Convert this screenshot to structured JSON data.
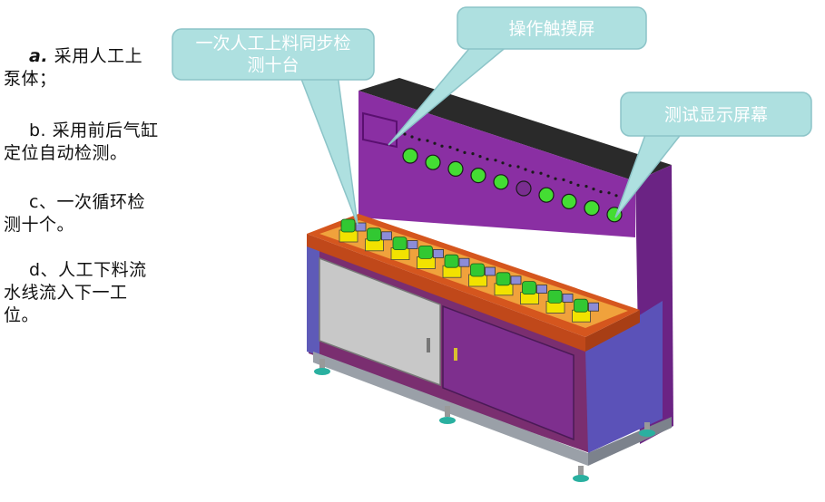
{
  "steps": [
    {
      "marker": "a.",
      "text": "采用人工上泵体；"
    },
    {
      "marker": "b.",
      "text": "采用前后气缸定位自动检测。"
    },
    {
      "marker": "c、",
      "text": "一次循环检测十个。"
    },
    {
      "marker": "d、",
      "text": "人工下料流水线流入下一工位。"
    }
  ],
  "callouts": {
    "loading": {
      "line1": "一次人工上料同步检",
      "line2": "测十台"
    },
    "touchscreen": "操作触摸屏",
    "display": "测试显示屏幕"
  },
  "colors": {
    "callout_fill": "#aee0e0",
    "callout_stroke": "#8cc4c8",
    "panel_purple": "#8a2fa3",
    "cabinet_side": "#5b52b8",
    "top_frame": "#d5561e",
    "top_inner": "#f0a23c",
    "gray_door": "#c8c8c8",
    "station_green": "#32c832",
    "station_yellow": "#f2e200"
  }
}
